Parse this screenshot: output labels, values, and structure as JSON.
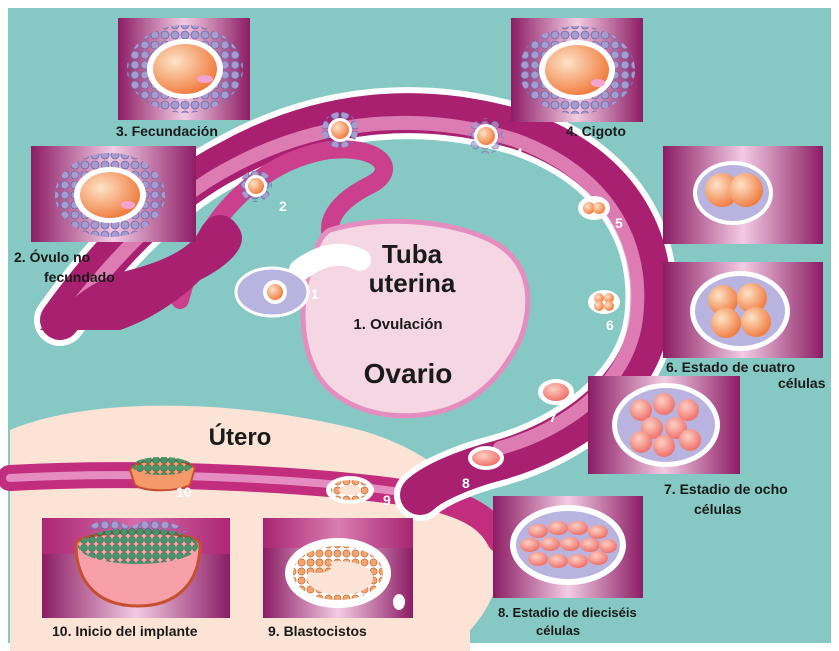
{
  "colors": {
    "background": "#86c9c4",
    "uterus": "#fbe3d6",
    "tube_dark": "#a8206f",
    "tube_mid": "#cc3f8d",
    "tube_light": "#e58dc0",
    "ovary": "#f5d7e3",
    "panel_dark": "#8c1c64",
    "panel_light": "#efc3df",
    "cell_orange": "#f49a6a",
    "corona": "#a59dd1",
    "label": "#1a1a1a"
  },
  "labels": {
    "tube": [
      "Tuba",
      "uterina"
    ],
    "ovary": "Ovario",
    "uterus": "Útero",
    "ovulation": "1. Ovulación",
    "fertilization": "3. Fecundación",
    "zygote": "4. Cigoto",
    "unfertilized_ovum": [
      "2. Óvulo no",
      "fecundado"
    ],
    "four_cell": [
      "6. Estado de cuatro",
      "células"
    ],
    "eight_cell": [
      "7. Estadio de ocho",
      "células"
    ],
    "sixteen_cell": [
      "8. Estadio de dieciséis",
      "células"
    ],
    "blastocyst": "9. Blastocistos",
    "implantation": "10. Inicio del implante"
  },
  "step_numbers": [
    "1",
    "2",
    "4",
    "5",
    "6",
    "7",
    "8",
    "9",
    "10"
  ],
  "icons": [
    "ovum-icon",
    "zygote-icon",
    "cleavage-icon",
    "blastocyst-icon",
    "implant-icon"
  ]
}
